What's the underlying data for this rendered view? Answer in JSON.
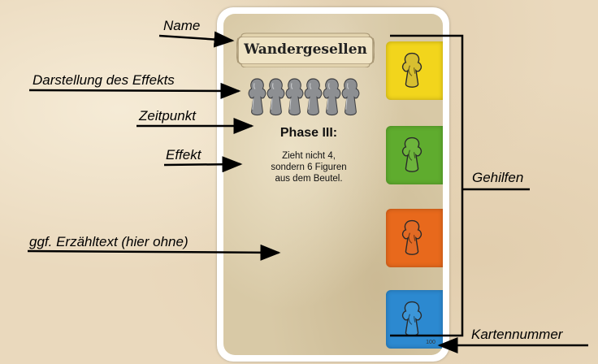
{
  "card": {
    "name": "Wandergesellen",
    "phase": "Phase III:",
    "effect_lines": [
      "Zieht nicht 4,",
      "sondern 6 Figuren",
      "aus dem Beutel."
    ],
    "card_number": "100",
    "effect_figures": [
      "grey-meeple-figure",
      "grey-meeple-figure",
      "grey-meeple-figure",
      "grey-meeple-figure",
      "grey-meeple-figure",
      "grey-meeple-figure"
    ],
    "helpers": [
      {
        "color": "#f2d51c",
        "figure_color": "#d8bf30",
        "icon": "yellow-meeple-icon"
      },
      {
        "color": "#5fac2e",
        "figure_color": "#6db43c",
        "icon": "green-meeple-icon"
      },
      {
        "color": "#e8691c",
        "figure_color": "#e26a24",
        "icon": "orange-meeple-icon"
      },
      {
        "color": "#2c89d0",
        "figure_color": "#3c96d8",
        "icon": "blue-meeple-icon"
      }
    ]
  },
  "annotations": {
    "name": "Name",
    "effect_display": "Darstellung des Effekts",
    "timing": "Zeitpunkt",
    "effect": "Effekt",
    "story_text": "ggf. Erzähltext (hier ohne)",
    "helpers": "Gehilfen",
    "card_number": "Kartennummer"
  }
}
